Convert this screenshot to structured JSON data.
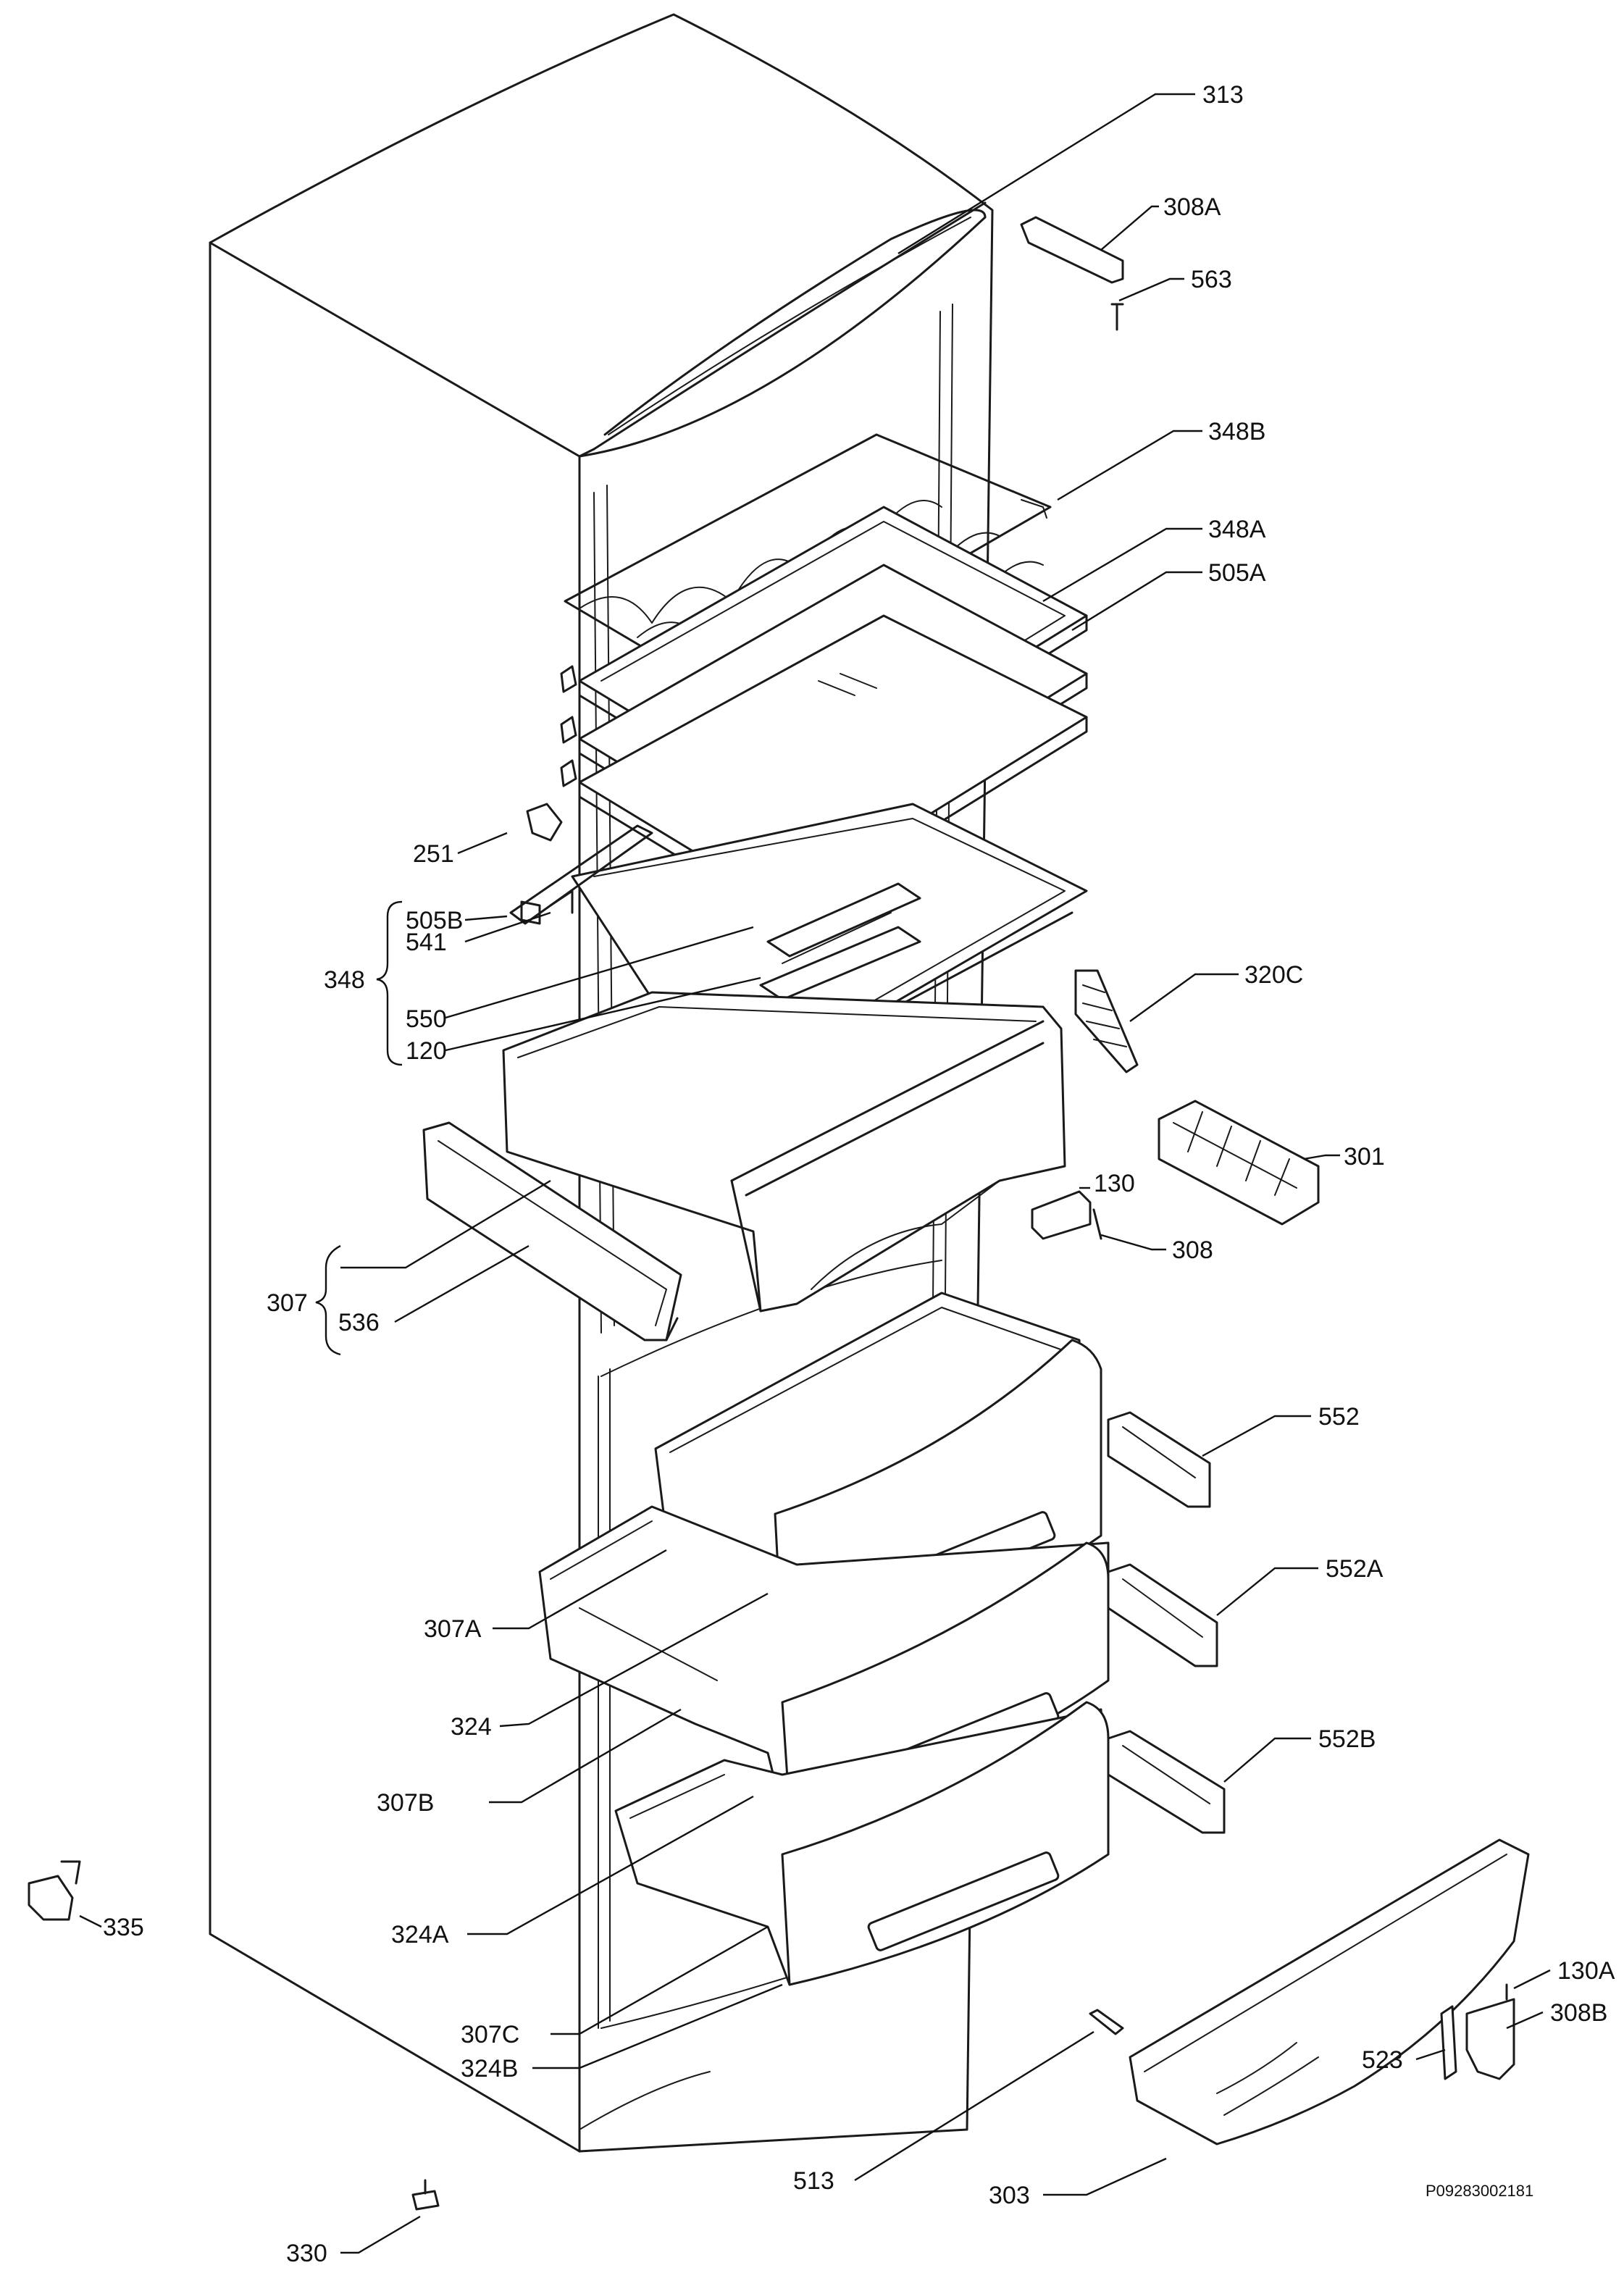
{
  "labels": {
    "p313": "313",
    "p308A": "308A",
    "p563": "563",
    "p348B": "348B",
    "p348A": "348A",
    "p505A": "505A",
    "p251": "251",
    "p505B": "505B",
    "p541": "541",
    "p348": "348",
    "p550": "550",
    "p120": "120",
    "p320C": "320C",
    "p301": "301",
    "p130": "130",
    "p308": "308",
    "p307": "307",
    "p536": "536",
    "p552": "552",
    "p552A": "552A",
    "p307A": "307A",
    "p324": "324",
    "p307B": "307B",
    "p552B": "552B",
    "p335": "335",
    "p324A": "324A",
    "p130A": "130A",
    "p308B": "308B",
    "p523": "523",
    "p307C": "307C",
    "p324B": "324B",
    "p513": "513",
    "p303": "303",
    "p330": "330"
  },
  "document_id": "P09283002181"
}
